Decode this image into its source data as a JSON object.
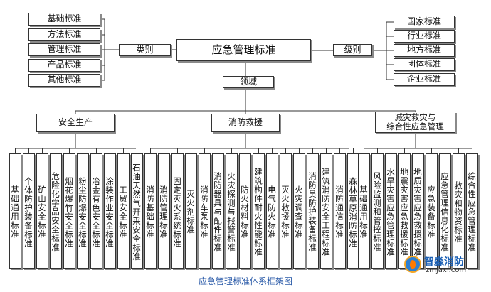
{
  "root": "应急管理标准",
  "category_label": "类别",
  "level_label": "级别",
  "domain_label": "领域",
  "categories": [
    "基础标准",
    "方法标准",
    "管理标准",
    "产品标准",
    "其他标准"
  ],
  "levels": [
    "国家标准",
    "行业标准",
    "地方标准",
    "团体标准",
    "企业标准"
  ],
  "domains": [
    {
      "name": "安全生产",
      "items": [
        "基础通用标准",
        "个体防护装备标准",
        "矿山安全标准",
        "危险化学品安全标准",
        "烟花爆竹安全标准",
        "粉尘防爆安全标准",
        "冶金有色安全标准",
        "涂装作业安全标准",
        "工贸安全标准",
        "石油天然气开采安全标准"
      ]
    },
    {
      "name": "消防救援",
      "items": [
        "消防基础标准",
        "消防管理标准",
        "固定灭火系统标准",
        "灭火剂标准",
        "消防车泵标准",
        "消防器具与配件标准",
        "火灾探测与报警标准",
        "防火材料标准",
        "建筑构件耐火性能标准",
        "电气防火标准",
        "灭火救援标准",
        "火灾调查标准",
        "消防员防护装备标准",
        "建筑消防安全工程标准",
        "消防通信标准",
        "森林草原消防标准"
      ]
    },
    {
      "name": "减灾救灾与\n综合性应急管理",
      "items": [
        "基础通用标准",
        "风险监测和管控标准",
        "水旱灾害应急管理标准",
        "地震灾害应急救援标准",
        "地质灾害应急救援标准",
        "应急装备标准",
        "应急管理信息化标准",
        "救灾和物资标准",
        "综合性应急管理标准"
      ]
    }
  ],
  "caption": "应急管理标准体系框架图",
  "logo": {
    "name": "智淼消防",
    "url": "zmjaxf.com"
  }
}
